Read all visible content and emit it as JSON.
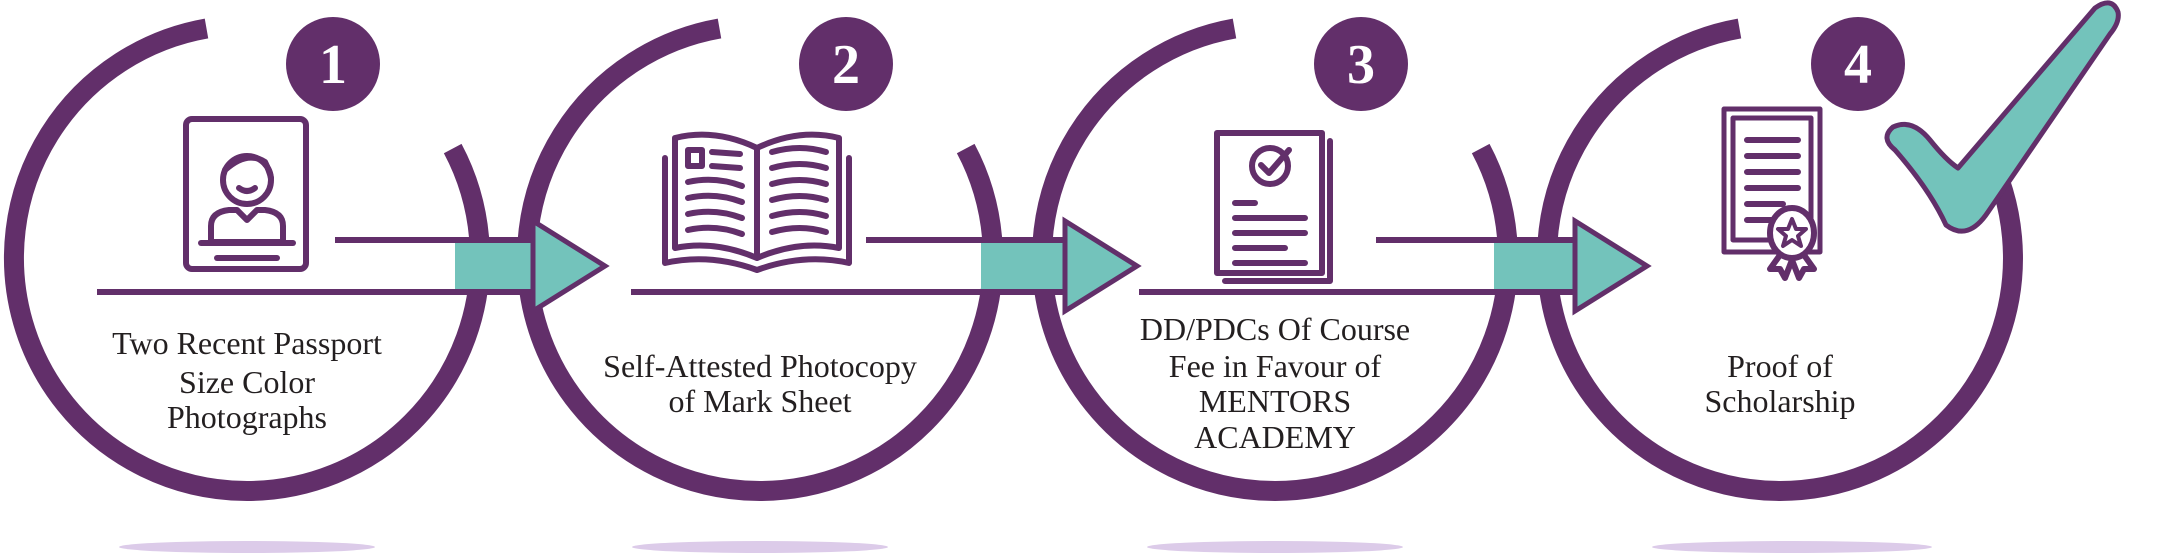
{
  "colors": {
    "primary": "#622f6a",
    "accent": "#73c3bb",
    "shadow": "#dccbe9",
    "text": "#231f20"
  },
  "steps": [
    {
      "number": "1",
      "icon": "id-photo-icon",
      "lines": [
        "Two Recent Passport",
        "Size Color",
        "Photographs"
      ]
    },
    {
      "number": "2",
      "icon": "open-book-icon",
      "lines": [
        "Self-Attested Photocopy",
        "of Mark Sheet"
      ]
    },
    {
      "number": "3",
      "icon": "checked-document-icon",
      "lines": [
        "DD/PDCs Of Course",
        "Fee in Favour of",
        "MENTORS",
        "ACADEMY"
      ]
    },
    {
      "number": "4",
      "icon": "certificate-icon",
      "lines": [
        "Proof of",
        "Scholarship"
      ]
    }
  ],
  "final_mark": "checkmark-icon"
}
